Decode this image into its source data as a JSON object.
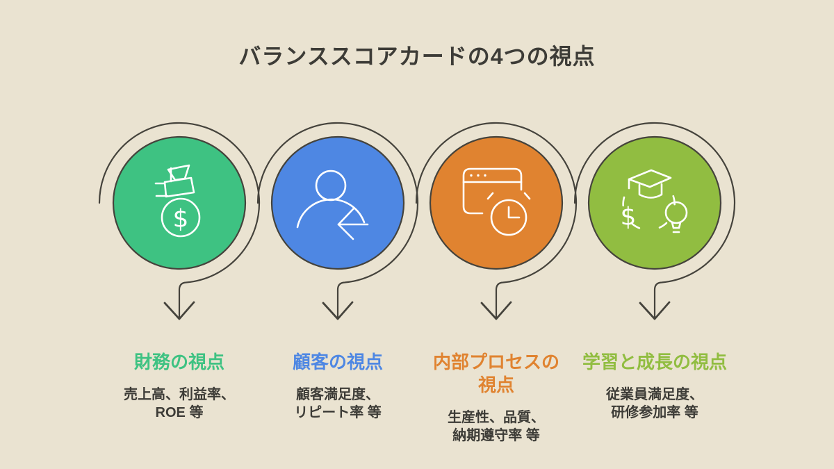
{
  "title": "バランススコアカードの4つの視点",
  "background_color": "#eae3d1",
  "outline_color": "#45433c",
  "text_color": "#3d3c37",
  "icon_stroke_color": "#ffffff",
  "glyphs": {
    "dollar": "$"
  },
  "perspectives": [
    {
      "heading": "財務の視点",
      "metrics": "売上高、利益率、\nROE 等",
      "color": "#3ec282",
      "icon": "money-bag-icon"
    },
    {
      "heading": "顧客の視点",
      "metrics": "顧客満足度、\nリピート率 等",
      "color": "#4e87e3",
      "icon": "customer-return-arrow-icon"
    },
    {
      "heading": "内部プロセスの\n視点",
      "metrics": "生産性、品質、\n納期遵守率 等",
      "color": "#e08330",
      "icon": "browser-clock-icon"
    },
    {
      "heading": "学習と成長の視点",
      "metrics": "従業員満足度、\n研修参加率 等",
      "color": "#91bd41",
      "icon": "education-investment-cycle-icon"
    }
  ]
}
